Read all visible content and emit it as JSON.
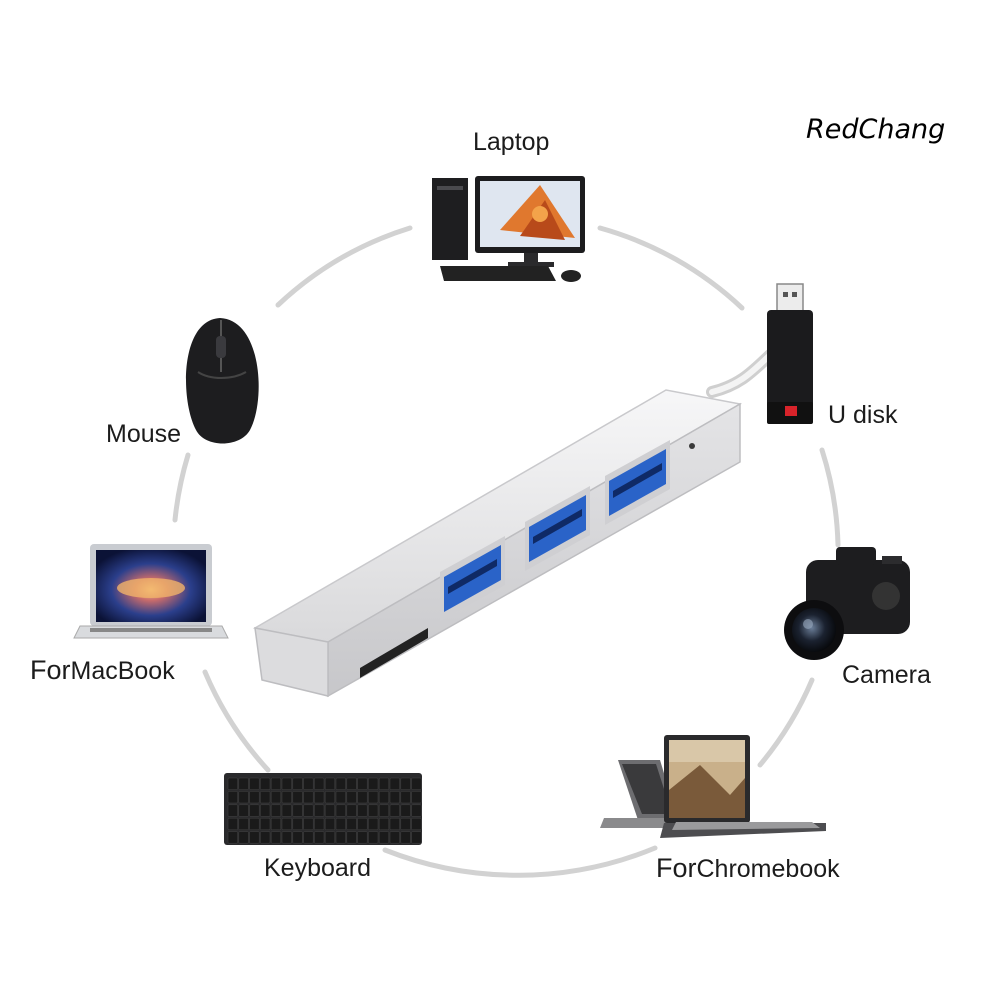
{
  "brand": "RedChang",
  "labels": {
    "laptop": "Laptop",
    "u_disk": "U disk",
    "mouse": "Mouse",
    "camera": "Camera",
    "keyboard": "Keyboard",
    "macbook_prefix": "For",
    "macbook": "MacBook",
    "chromebook_prefix": "For",
    "chromebook": "Chromebook"
  },
  "hub": {
    "usb_ports": 3,
    "card_slots": 1
  },
  "colors": {
    "ring": "#d4d4d4",
    "hub_body": "#e9e9ea",
    "usb_blue": "#2a63c8",
    "device_dark": "#1d1d1f",
    "accent_red": "#d8232a"
  }
}
